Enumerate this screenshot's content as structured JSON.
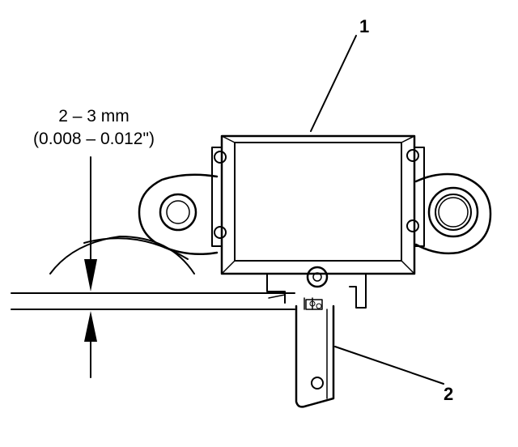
{
  "dimension": {
    "primary": "2 – 3 mm",
    "secondary": "(0.008 – 0.012\")"
  },
  "callouts": [
    {
      "number": "1"
    },
    {
      "number": "2"
    }
  ]
}
